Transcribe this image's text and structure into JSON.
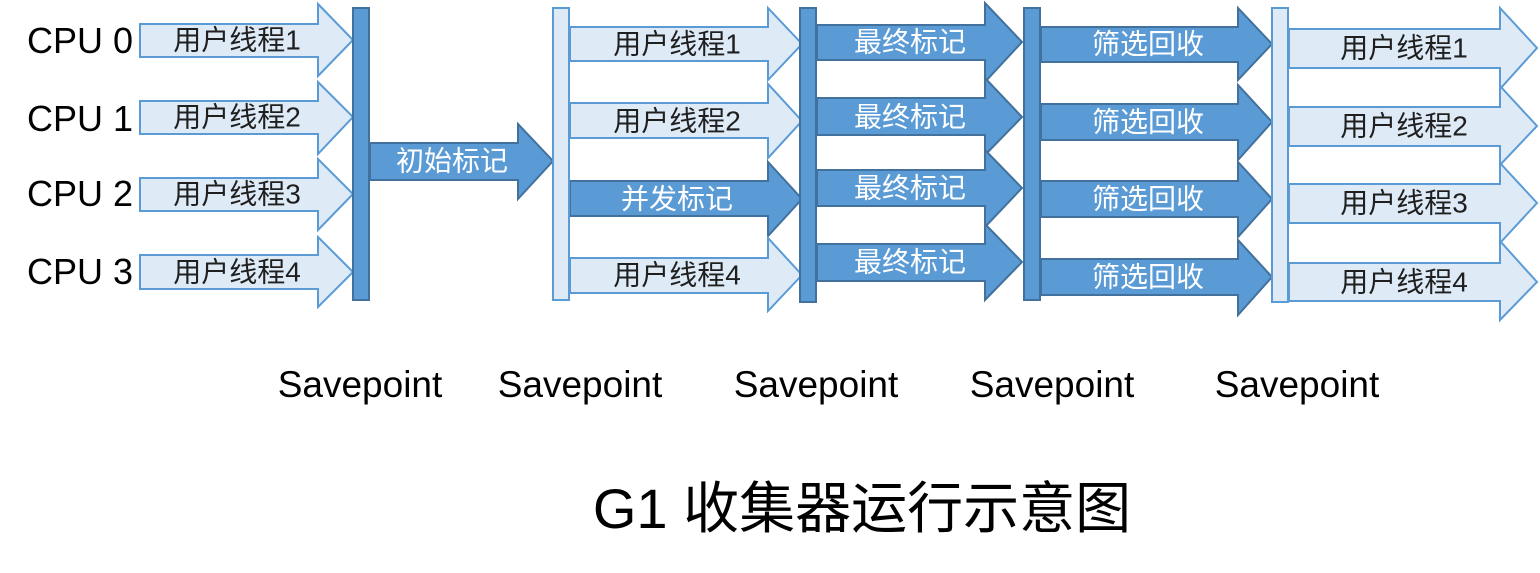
{
  "cpus": [
    "CPU 0",
    "CPU 1",
    "CPU 2",
    "CPU 3"
  ],
  "phases": [
    {
      "arrows": [
        {
          "label": "用户线程1",
          "dark": false
        },
        {
          "label": "用户线程2",
          "dark": false
        },
        {
          "label": "用户线程3",
          "dark": false
        },
        {
          "label": "用户线程4",
          "dark": false
        }
      ]
    },
    {
      "arrows": [
        {
          "label": "初始标记",
          "dark": true
        }
      ]
    },
    {
      "arrows": [
        {
          "label": "用户线程1",
          "dark": false
        },
        {
          "label": "用户线程2",
          "dark": false
        },
        {
          "label": "并发标记",
          "dark": true
        },
        {
          "label": "用户线程4",
          "dark": false
        }
      ]
    },
    {
      "arrows": [
        {
          "label": "最终标记",
          "dark": true
        },
        {
          "label": "最终标记",
          "dark": true
        },
        {
          "label": "最终标记",
          "dark": true
        },
        {
          "label": "最终标记",
          "dark": true
        }
      ]
    },
    {
      "arrows": [
        {
          "label": "筛选回收",
          "dark": true
        },
        {
          "label": "筛选回收",
          "dark": true
        },
        {
          "label": "筛选回收",
          "dark": true
        },
        {
          "label": "筛选回收",
          "dark": true
        }
      ]
    },
    {
      "arrows": [
        {
          "label": "用户线程1",
          "dark": false
        },
        {
          "label": "用户线程2",
          "dark": false
        },
        {
          "label": "用户线程3",
          "dark": false
        },
        {
          "label": "用户线程4",
          "dark": false
        }
      ]
    }
  ],
  "safepoints": [
    {
      "label": "Savepoint",
      "dark": true
    },
    {
      "label": "Savepoint",
      "dark": false
    },
    {
      "label": "Savepoint",
      "dark": true
    },
    {
      "label": "Savepoint",
      "dark": true
    },
    {
      "label": "Savepoint",
      "dark": false
    }
  ],
  "title": "G1 收集器运行示意图",
  "colors": {
    "light_fill": "#DEEBF7",
    "light_stroke": "#5B9BD5",
    "dark_fill": "#5B9BD5",
    "dark_stroke": "#41719C",
    "light_text": "#1F1F1F",
    "dark_text": "#FFFFFF"
  }
}
